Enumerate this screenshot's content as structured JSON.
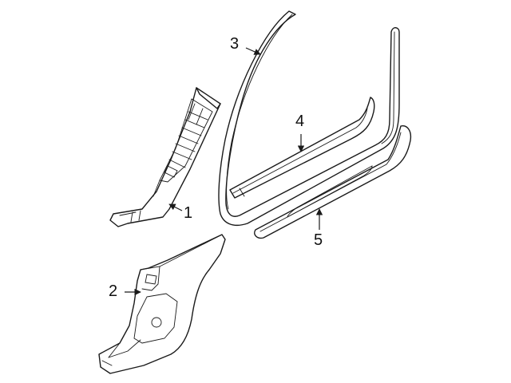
{
  "callouts": {
    "c1": "1",
    "c2": "2",
    "c3": "3",
    "c4": "4",
    "c5": "5"
  },
  "colors": {
    "line": "#1a1a1a",
    "background": "#ffffff"
  }
}
